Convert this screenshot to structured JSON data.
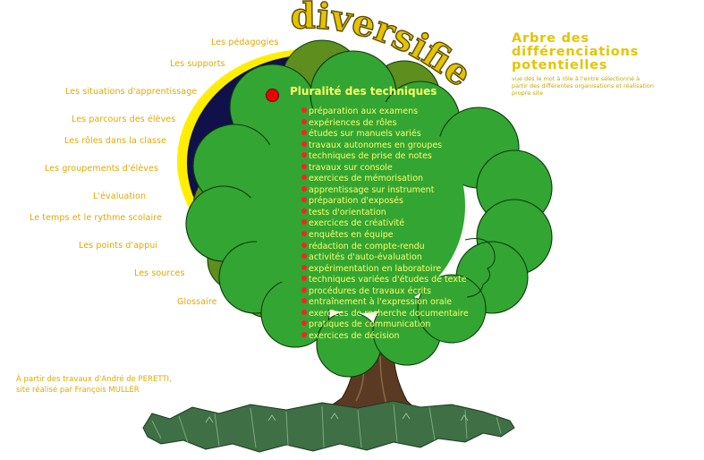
{
  "header": {
    "arc_word": "diversifier",
    "title": "Arbre des différenciations potentielles",
    "description": "vue des le mot à rôle à l'entre sélectionné à partir des différentes organisations et réalisation propre site"
  },
  "left_links": [
    "Les pédagogies",
    "Les supports",
    "Les situations d'apprentissage",
    "Les parcours des élèves",
    "Les rôles dans la classe",
    "Les groupements d'élèves",
    "L'évaluation",
    "Le temps et le rythme scolaire",
    "Les points d'appui",
    "Les sources",
    "Glossaire"
  ],
  "section": {
    "title": "Pluralité des techniques",
    "items": [
      "préparation aux examens",
      "expériences de rôles",
      "études sur manuels variés",
      "travaux autonomes en groupes",
      "techniques de prise de notes",
      "travaux sur console",
      "exercices de mémorisation",
      "apprentissage sur instrument",
      "préparation d'exposés",
      "tests d'orientation",
      "exercices de créativité",
      "enquêtes en équipe",
      "rédaction de compte-rendu",
      "activités d'auto-évaluation",
      "expérimentation en laboratoire",
      "techniques variées d'études de texte",
      "procédures de travaux écrits",
      "entraînement à l'expression orale",
      "exercices de recherche documentaire",
      "pratiques de communication",
      "exercices de décision"
    ]
  },
  "credits": {
    "line1": "À partir des travaux d'André de PERETTI,",
    "line2": "site réalisé par François MULLER"
  },
  "colors": {
    "foliage": "#33a533",
    "foliage_dark": "#2a8a2a",
    "foliage_olive": "#5d8e1e",
    "navy_ring": "#10104a",
    "yellow_ring": "#ffee00",
    "trunk": "#5a3a22",
    "text_yellow": "#ffff66",
    "label_gold": "#e0a800",
    "bullet_red": "#ff2020"
  }
}
